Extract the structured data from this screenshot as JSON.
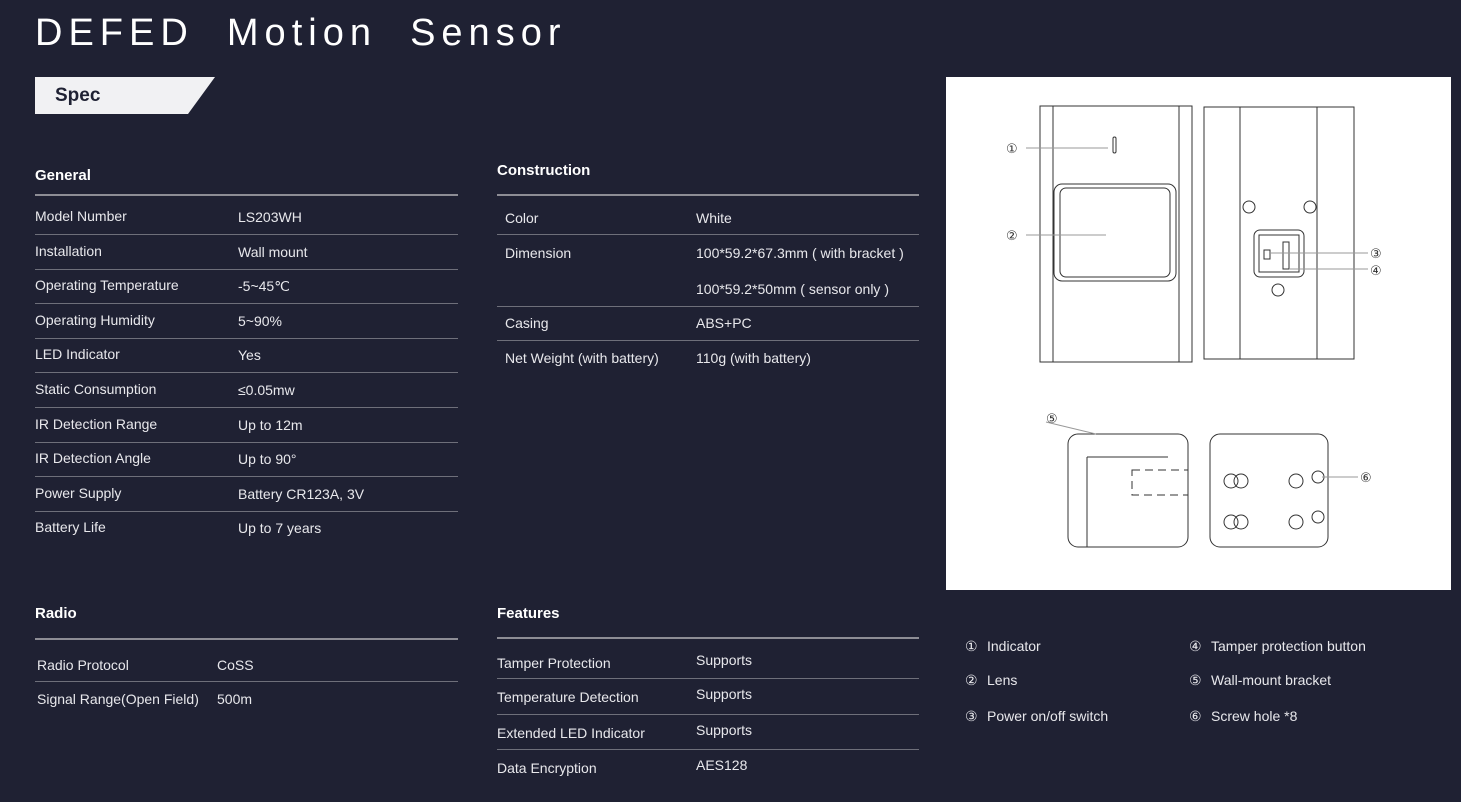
{
  "title": "DEFED  Motion  Sensor",
  "spec_tab": "Spec",
  "general": {
    "heading": "General",
    "rows": [
      {
        "label": "Model Number",
        "value": "LS203WH"
      },
      {
        "label": "Installation",
        "value": "Wall mount"
      },
      {
        "label": "Operating Temperature",
        "value": "-5~45℃"
      },
      {
        "label": "Operating Humidity",
        "value": "5~90%"
      },
      {
        "label": "LED Indicator",
        "value": "Yes"
      },
      {
        "label": "Static Consumption",
        "value": "≤0.05mw"
      },
      {
        "label": "IR Detection Range",
        "value": "Up to 12m"
      },
      {
        "label": "IR Detection Angle",
        "value": "Up to 90°"
      },
      {
        "label": "Power Supply",
        "value": "Battery CR123A, 3V"
      },
      {
        "label": "Battery Life",
        "value": "Up to 7 years"
      }
    ]
  },
  "construction": {
    "heading": "Construction",
    "rows": [
      {
        "label": "Color",
        "value": "White"
      },
      {
        "label": "Dimension",
        "value": "100*59.2*67.3mm ( with bracket )",
        "value2": "100*59.2*50mm ( sensor only )"
      },
      {
        "label": "Casing",
        "value": "ABS+PC"
      },
      {
        "label": "Net Weight (with battery)",
        "value": "110g (with battery)"
      }
    ]
  },
  "radio": {
    "heading": "Radio",
    "rows": [
      {
        "label": "Radio Protocol",
        "value": "CoSS"
      },
      {
        "label": "Signal Range(Open Field)",
        "value": "500m"
      }
    ]
  },
  "features": {
    "heading": "Features",
    "rows": [
      {
        "label": "Tamper Protection",
        "value": "Supports"
      },
      {
        "label": "Temperature Detection",
        "value": "Supports"
      },
      {
        "label": "Extended LED Indicator",
        "value": "Supports"
      },
      {
        "label": "Data Encryption",
        "value": "AES128"
      }
    ]
  },
  "diagram": {
    "callouts": [
      "①",
      "②",
      "③",
      "④",
      "⑤",
      "⑥"
    ]
  },
  "legend": [
    {
      "num": "①",
      "text": "Indicator"
    },
    {
      "num": "②",
      "text": "Lens"
    },
    {
      "num": "③",
      "text": "Power on/off switch"
    },
    {
      "num": "④",
      "text": "Tamper protection button"
    },
    {
      "num": "⑤",
      "text": "Wall-mount bracket"
    },
    {
      "num": "⑥",
      "text": "Screw hole *8"
    }
  ]
}
